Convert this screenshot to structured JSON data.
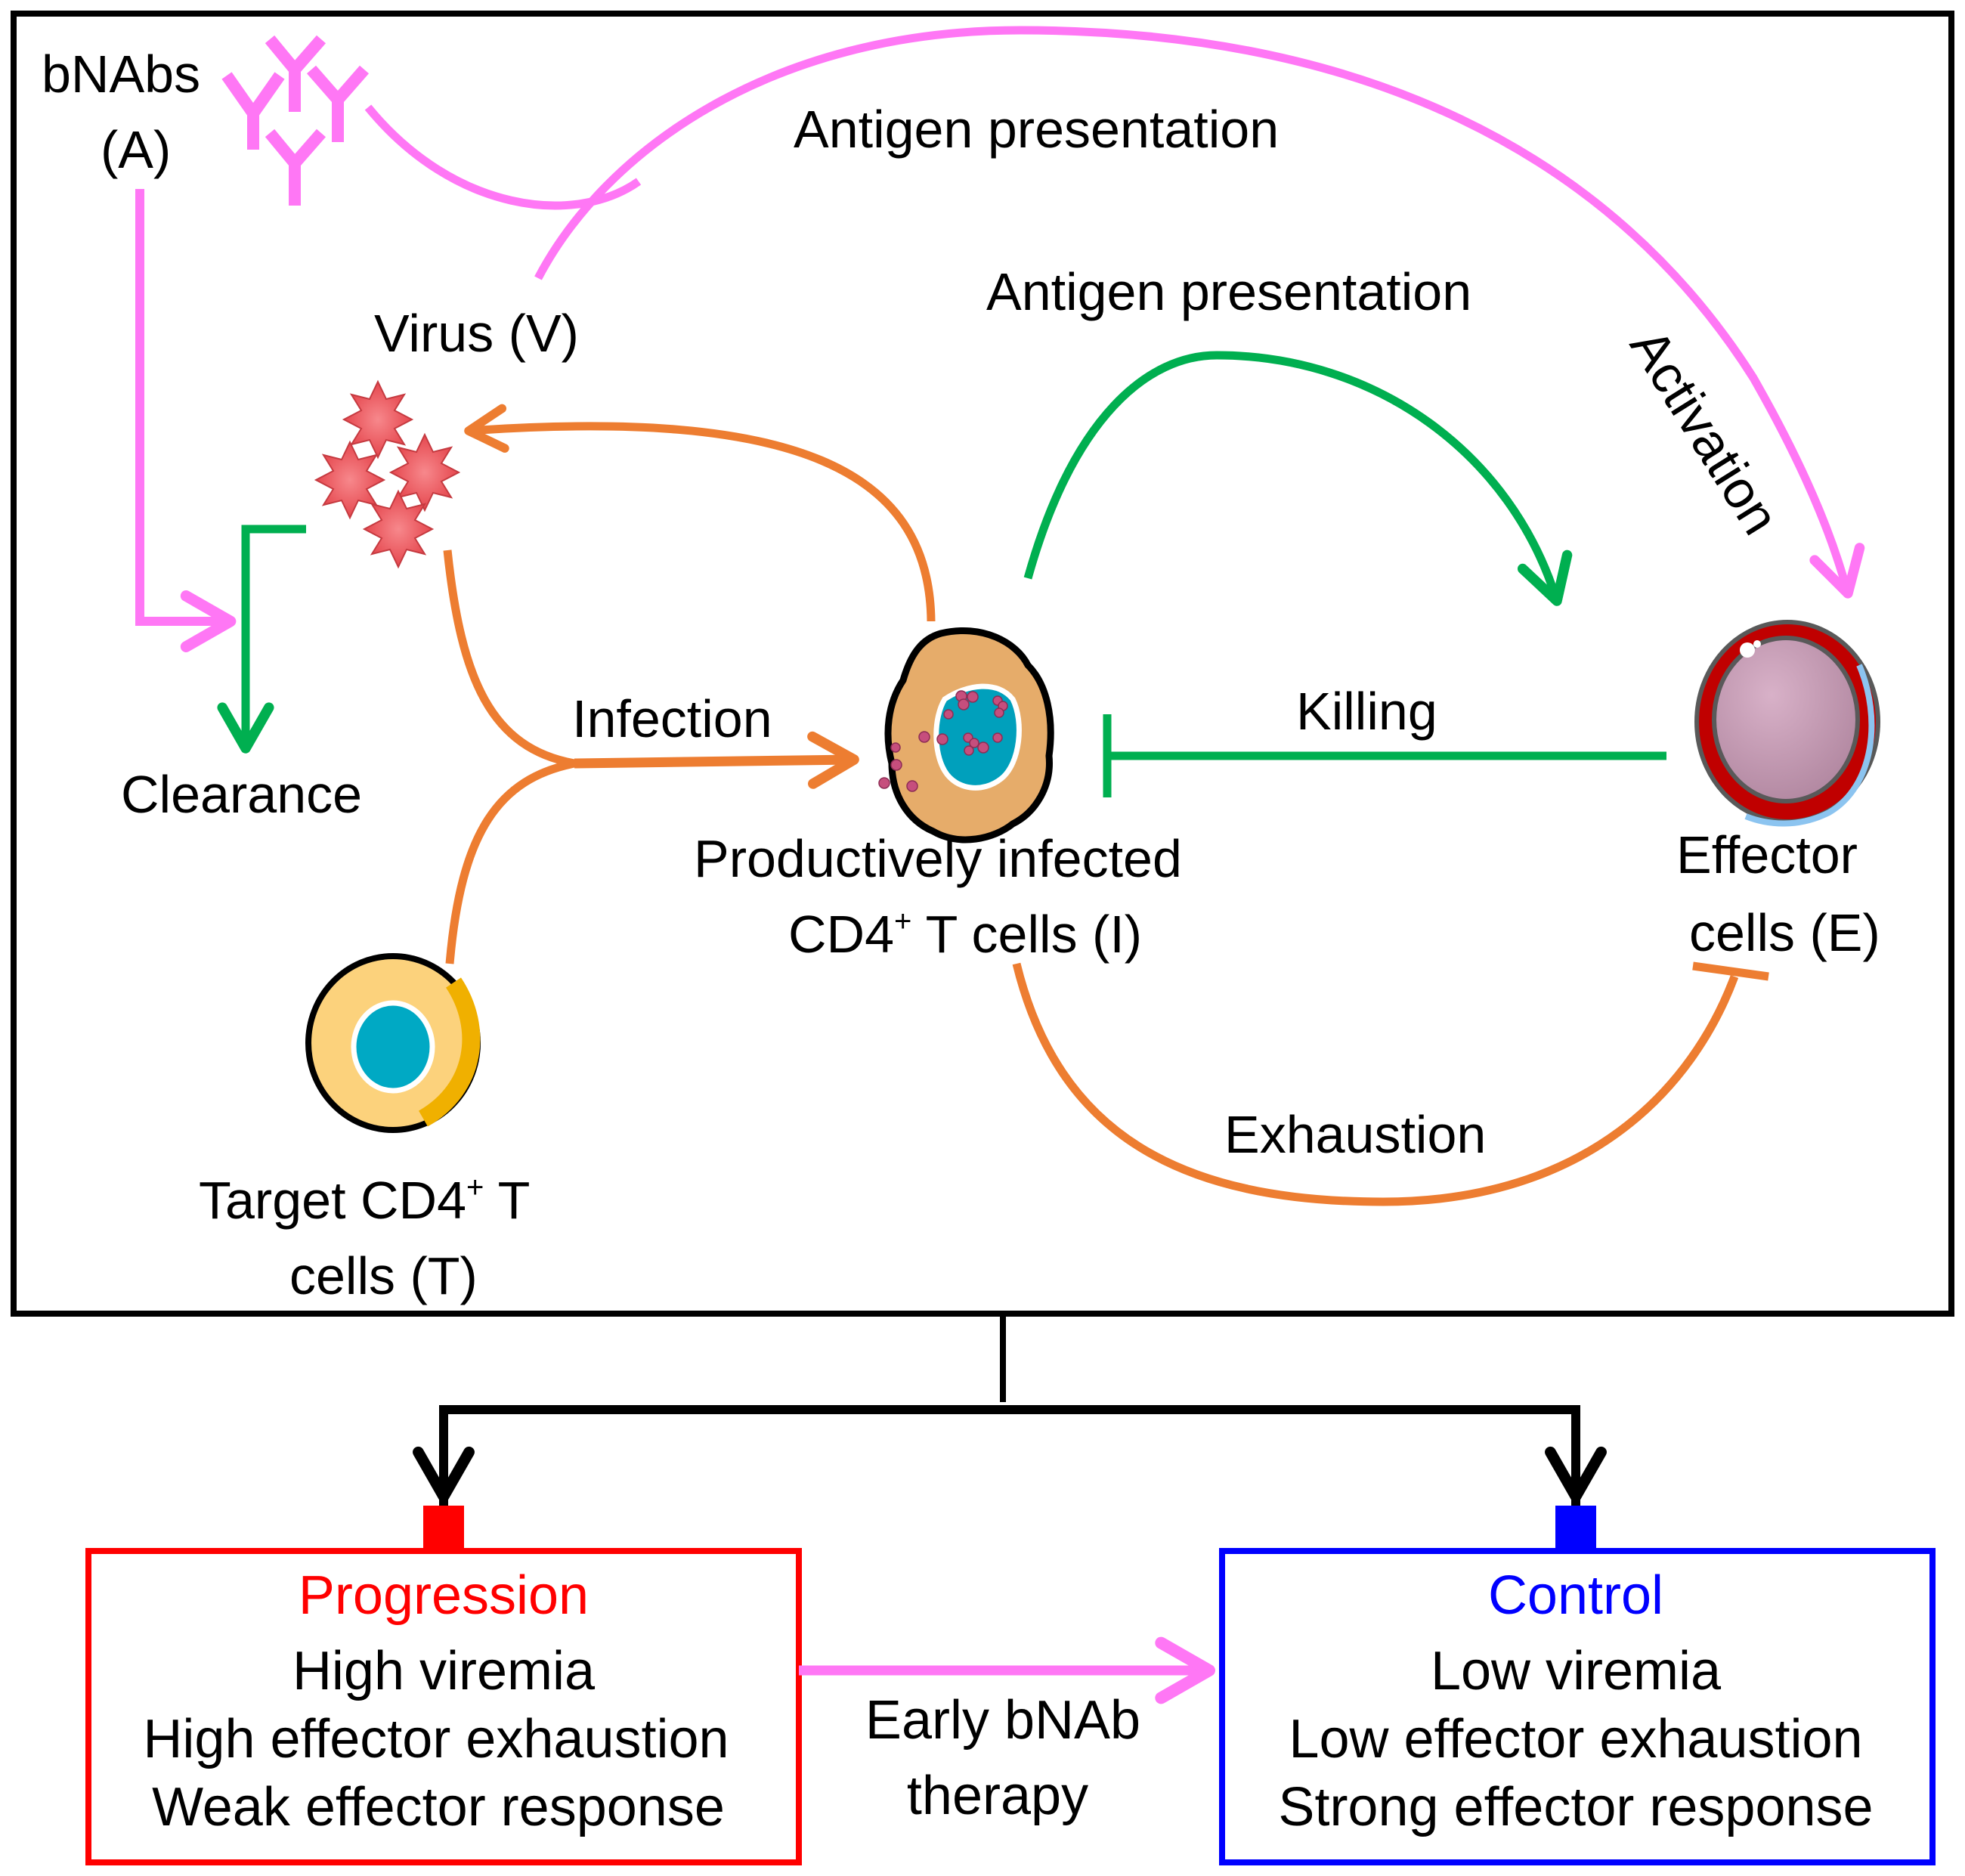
{
  "colors": {
    "pink": "#FF77F5",
    "green": "#00AF50",
    "orange": "#ED7D31",
    "black": "#000000",
    "progression_red": "#FF0000",
    "control_blue": "#0000FF",
    "virus_red": "#F0555A",
    "effector_red": "#C00000",
    "effector_inner": "#CCA3BC",
    "cell_tan": "#E6AC6A",
    "cell_yellow": "#FCD27C",
    "nucleus_blue": "#00A9C4"
  },
  "model": {
    "bnabs_label_line1": "bNAbs",
    "bnabs_label_line2": "(A)",
    "virus_label": "Virus (V)",
    "clearance_label": "Clearance",
    "antigen_presentation_outer": "Antigen presentation",
    "antigen_presentation_inner": "Antigen presentation",
    "activation_label": "Activation",
    "infection_label": "Infection",
    "killing_label": "Killing",
    "exhaustion_label": "Exhaustion",
    "infected_label_line1": "Productively infected",
    "infected_label_line2_pre": "CD4",
    "infected_label_line2_sup": "+",
    "infected_label_line2_post": " T cells (I)",
    "effector_label_line1": "Effector",
    "effector_label_line2": "cells (E)",
    "target_label_line1_pre": "Target CD4",
    "target_label_line1_sup": "+",
    "target_label_line1_post": " T",
    "target_label_line2": "cells (T)"
  },
  "outcomes": {
    "progression": {
      "title": "Progression",
      "lines": [
        "High viremia",
        "High effector exhaustion",
        "Weak effector response"
      ]
    },
    "control": {
      "title": "Control",
      "lines": [
        "Low viremia",
        "Low effector exhaustion",
        "Strong effector response"
      ]
    },
    "therapy_line1": "Early bNAb",
    "therapy_line2": "therapy"
  }
}
